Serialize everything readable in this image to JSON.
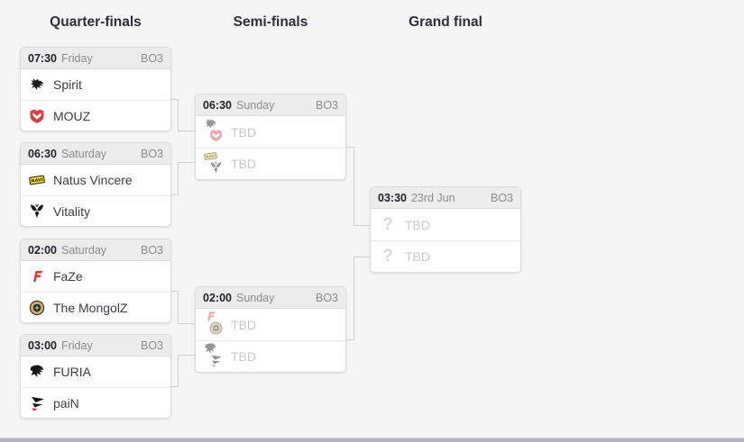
{
  "columns": [
    {
      "id": "quarter-finals",
      "label": "Quarter-finals"
    },
    {
      "id": "semi-finals",
      "label": "Semi-finals"
    },
    {
      "id": "grand-final",
      "label": "Grand final"
    }
  ],
  "matches": {
    "quarter_finals": [
      {
        "time": "07:30",
        "date": "Friday",
        "format": "BO3",
        "team1": {
          "name": "Spirit",
          "logo": "spirit-logo"
        },
        "team2": {
          "name": "MOUZ",
          "logo": "mouz-logo"
        }
      },
      {
        "time": "06:30",
        "date": "Saturday",
        "format": "BO3",
        "team1": {
          "name": "Natus Vincere",
          "logo": "navi-logo"
        },
        "team2": {
          "name": "Vitality",
          "logo": "vitality-logo"
        }
      },
      {
        "time": "02:00",
        "date": "Saturday",
        "format": "BO3",
        "team1": {
          "name": "FaZe",
          "logo": "faze-logo"
        },
        "team2": {
          "name": "The MongolZ",
          "logo": "mongolz-logo"
        }
      },
      {
        "time": "03:00",
        "date": "Friday",
        "format": "BO3",
        "team1": {
          "name": "FURIA",
          "logo": "furia-logo"
        },
        "team2": {
          "name": "paiN",
          "logo": "pain-logo"
        }
      }
    ],
    "semi_finals": [
      {
        "time": "06:30",
        "date": "Sunday",
        "format": "BO3",
        "slot1": {
          "name": "TBD",
          "possible_logos": [
            "spirit-logo",
            "mouz-logo"
          ]
        },
        "slot2": {
          "name": "TBD",
          "possible_logos": [
            "navi-logo",
            "vitality-logo"
          ]
        }
      },
      {
        "time": "02:00",
        "date": "Sunday",
        "format": "BO3",
        "slot1": {
          "name": "TBD",
          "possible_logos": [
            "faze-logo",
            "mongolz-logo"
          ]
        },
        "slot2": {
          "name": "TBD",
          "possible_logos": [
            "furia-logo",
            "pain-logo"
          ]
        }
      }
    ],
    "grand_final": [
      {
        "time": "03:30",
        "date": "23rd Jun",
        "format": "BO3",
        "slot1": {
          "name": "TBD",
          "logo": "unknown-team-icon"
        },
        "slot2": {
          "name": "TBD",
          "logo": "unknown-team-icon"
        }
      }
    ]
  },
  "colors": {
    "background": "#f5f5f6",
    "box_background": "#ffffff",
    "box_border": "#dcdcdc",
    "header_background": "#ececec",
    "muted_text": "#8c8c8c",
    "team_text": "#3d3d46",
    "tbd_text": "#c9c9cb",
    "connector_line": "#cfcfcf",
    "bottom_bar": "#b4b4bb",
    "mouz_red": "#e03a3f",
    "faze_red": "#e03a30",
    "navi_yellow": "#ffec00",
    "mongolz_gold": "#d2b061"
  }
}
